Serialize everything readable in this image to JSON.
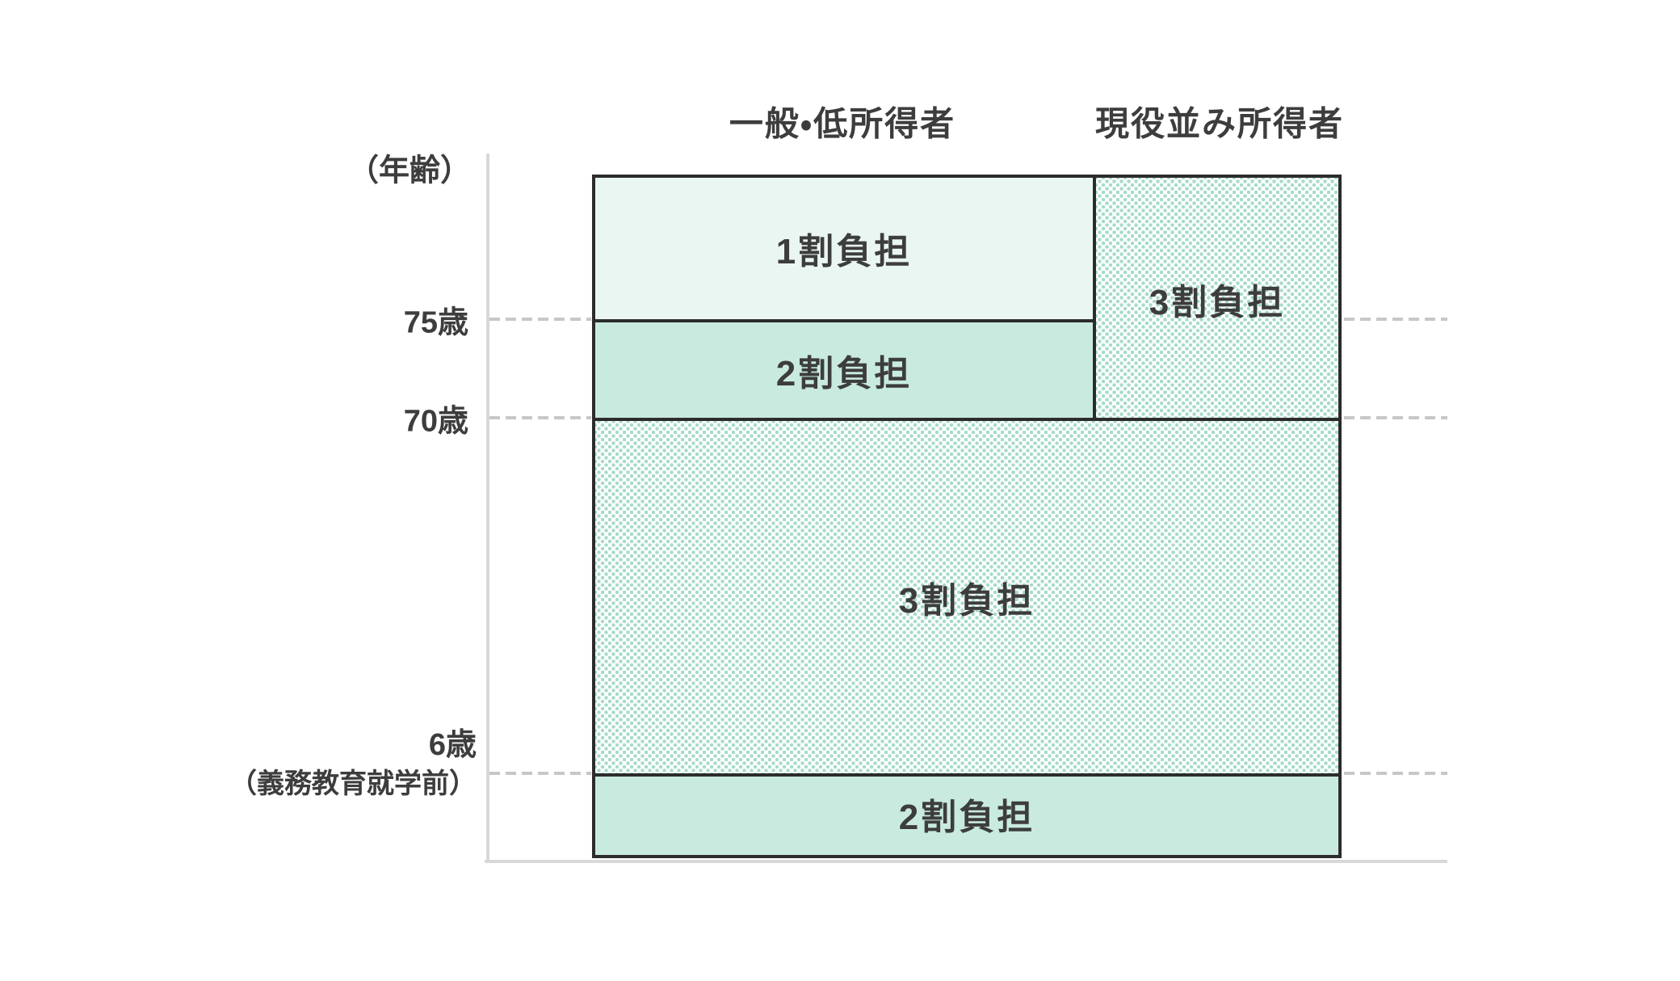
{
  "diagram": {
    "y_axis_title": "（年齢）",
    "column_headers": [
      {
        "label": "一般・低所得者"
      },
      {
        "label": "現役並み所得者"
      }
    ],
    "age_ticks": [
      {
        "label": "75歳"
      },
      {
        "label": "70歳"
      },
      {
        "label": "6歳",
        "sublabel": "（義務教育就学前）"
      }
    ],
    "regions": [
      {
        "label": "1割負担",
        "column": "一般・低所得者",
        "band": "75歳以上",
        "fill": "solid-light"
      },
      {
        "label": "2割負担",
        "column": "一般・低所得者",
        "band": "70歳〜74歳",
        "fill": "solid-mid"
      },
      {
        "label": "3割負担",
        "column": "現役並み所得者",
        "band": "70歳以上",
        "fill": "dot-pattern"
      },
      {
        "label": "3割負担",
        "column": "全体",
        "band": "6歳〜69歳",
        "fill": "dot-pattern"
      },
      {
        "label": "2割負担",
        "column": "全体",
        "band": "6歳未満",
        "fill": "solid-mid"
      }
    ],
    "colors": {
      "fill_light": "#eaf6f1",
      "fill_mid": "#c9ebdf",
      "pattern_dot": "#a7dbca",
      "pattern_bg": "#ffffff",
      "border": "#2c2c2c",
      "axis_gray": "#d8d8d8",
      "dash_gray": "#c7c7c7",
      "text": "#3d3d3d"
    }
  }
}
